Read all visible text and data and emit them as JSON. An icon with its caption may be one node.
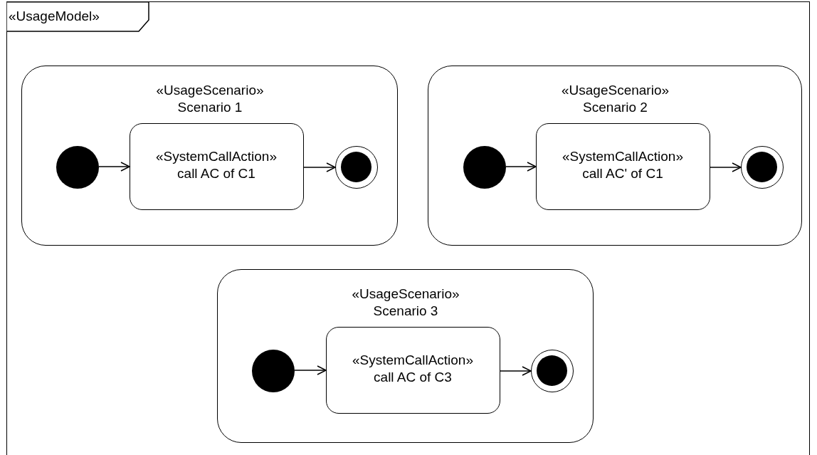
{
  "diagram": {
    "nodes": [
      {
        "text": [
          "«UsageModel»"
        ]
      },
      {
        "text": [
          "«UsageScenario» Scenario 1"
        ],
        "in": 0
      },
      {
        "text": [],
        "shape": "circle",
        "in": 1
      },
      {
        "text": [
          "«SystemCallAction» call AC of C1"
        ],
        "in": 1
      },
      {
        "text": [],
        "shape": "circle",
        "in": 1
      },
      {
        "text": [
          "«UsageScenario» Scenario 2"
        ],
        "in": 0
      },
      {
        "text": [],
        "shape": "circle",
        "in": 5
      },
      {
        "text": [
          "«SystemCallAction» call AC' of C1"
        ],
        "in": 5
      },
      {
        "text": [],
        "shape": "circle",
        "in": 5
      },
      {
        "text": [
          "«UsageScenario» Scenario 3"
        ],
        "in": 0
      },
      {
        "text": [],
        "shape": "circle",
        "in": 9
      },
      {
        "text": [
          "«SystemCallAction» call AC of C3"
        ],
        "in": 9
      },
      {
        "text": [],
        "shape": "circle",
        "in": 9
      }
    ],
    "edges": [
      {
        "from": 2,
        "to": 3,
        "arrow": "to"
      },
      {
        "from": 3,
        "to": 4,
        "arrow": "to"
      },
      {
        "from": 6,
        "to": 7,
        "arrow": "to"
      },
      {
        "from": 7,
        "to": 8,
        "arrow": "to"
      },
      {
        "from": 10,
        "to": 11,
        "arrow": "to"
      },
      {
        "from": 11,
        "to": 12,
        "arrow": "to"
      }
    ]
  }
}
